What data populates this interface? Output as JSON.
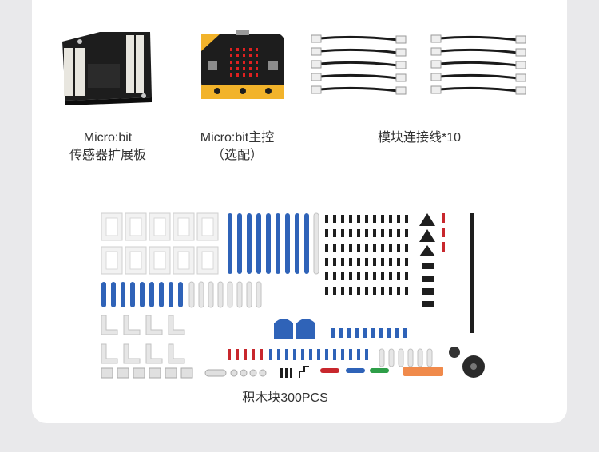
{
  "items": [
    {
      "label_line1": "Micro:bit",
      "label_line2": "传感器扩展板",
      "icon": "expansion-board"
    },
    {
      "label_line1": "Micro:bit主控",
      "label_line2": "（选配）",
      "icon": "microbit-board"
    },
    {
      "label_line1": "模块连接线*10",
      "label_line2": "",
      "icon": "cable-bundle"
    },
    {
      "label_line1": "积木块300PCS",
      "label_line2": "",
      "icon": "building-blocks"
    }
  ],
  "colors": {
    "background": "#e9e9eb",
    "card": "#ffffff",
    "text": "#333333",
    "block_blue": "#2f63b8",
    "block_red": "#c8272d",
    "block_black": "#1e1e1e",
    "block_white": "#f2f2f2",
    "block_orange": "#f08a4b",
    "pcb_black": "#1d1d1d",
    "gold": "#f2b32a"
  }
}
